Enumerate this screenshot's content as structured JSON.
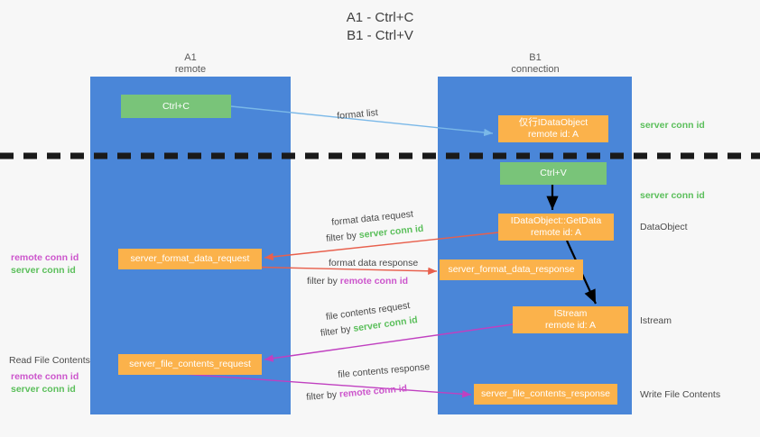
{
  "title": {
    "line1": "A1 - Ctrl+C",
    "line2": "B1 - Ctrl+V"
  },
  "lanes": [
    {
      "name": "A1",
      "sub": "remote"
    },
    {
      "name": "B1",
      "sub": "connection"
    }
  ],
  "boxes": {
    "ctrl_c": "Ctrl+C",
    "ctrl_v": "Ctrl+V",
    "idataobject_top_l1": "仅行IDataObject",
    "idataobject_top_l2": "remote id: A",
    "getdata_l1": "IDataObject::GetData",
    "getdata_l2": "remote id: A",
    "istream_l1": "IStream",
    "istream_l2": "remote id: A",
    "server_format_data_request": "server_format_data_request",
    "server_format_data_response": "server_format_data_response",
    "server_file_contents_request": "server_file_contents_request",
    "server_file_contents_response": "server_file_contents_response"
  },
  "edge_labels": {
    "format_list": "format list",
    "format_data_request": "format data request",
    "format_data_response": "format data response",
    "file_contents_request": "file contents request",
    "file_contents_response": "file contents response",
    "filter_by": "filter by ",
    "server_conn_id": "server conn id",
    "remote_conn_id": "remote conn id"
  },
  "right_labels": {
    "server_conn_id_top": "server conn id",
    "server_conn_id_mid": "server conn id",
    "dataobject": "DataObject",
    "istream": "Istream",
    "write_file_contents": "Write File Contents"
  },
  "left_labels": {
    "remote_conn_id_1": "remote conn id",
    "server_conn_id_1": "server conn id",
    "read_file_contents": "Read File Contents",
    "remote_conn_id_2": "remote conn id",
    "server_conn_id_2": "server conn id"
  },
  "colors": {
    "lane": "#4a86d8",
    "green_box": "#79c479",
    "orange_box": "#fbb24b",
    "green_text": "#5bbf5b",
    "magenta_text": "#cc55cc",
    "blue_arrow": "#7ab8e8",
    "red_arrow": "#e8604d",
    "black_arrow": "#000000",
    "magenta_arrow": "#c040c0",
    "background": "#f7f7f7"
  }
}
